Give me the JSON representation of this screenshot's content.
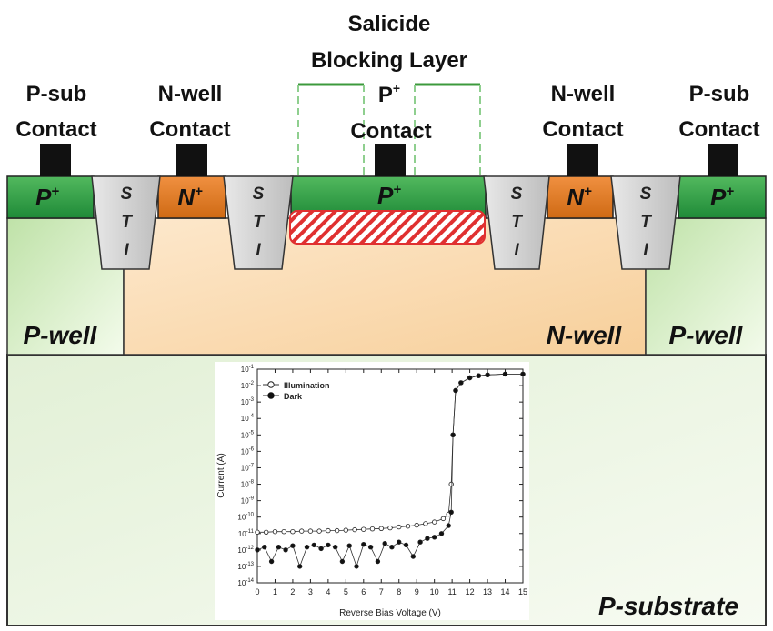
{
  "diagram": {
    "labels": {
      "psub_contact_left": [
        "P-sub",
        "Contact"
      ],
      "nwell_contact_left": [
        "N-well",
        "Contact"
      ],
      "salicide": [
        "Salicide",
        "Blocking Layer"
      ],
      "p_contact_center": [
        "P",
        "Contact"
      ],
      "nwell_contact_right": [
        "N-well",
        "Contact"
      ],
      "psub_contact_right": [
        "P-sub",
        "Contact"
      ]
    },
    "implants": {
      "p_plus": "P",
      "n_plus": "N",
      "superscript": "+"
    },
    "sti_letters": [
      "S",
      "T",
      "I"
    ],
    "regions": {
      "p_well_left": "P-well",
      "n_well": "N-well",
      "p_well_right": "P-well",
      "p_substrate": "P-substrate"
    },
    "colors": {
      "p_plus": "#2e9e45",
      "n_plus": "#e07a1f",
      "sti": "#d4d4d4",
      "n_well": "#fbd7a8",
      "p_well": "#dff1cf",
      "p_substrate": "#eef6e6",
      "contact": "#111111",
      "salicide_line": "#3c9a3c",
      "hatch": "#e03030"
    }
  },
  "chart_data": {
    "type": "scatter",
    "xlabel": "Reverse Bias Voltage (V)",
    "ylabel": "Current (A)",
    "xlim": [
      0,
      15
    ],
    "ylim_log10": [
      -14,
      -1
    ],
    "x_ticks": [
      "0",
      "1",
      "2",
      "3",
      "4",
      "5",
      "6",
      "7",
      "8",
      "9",
      "10",
      "11",
      "12",
      "13",
      "14",
      "15"
    ],
    "y_ticks": [
      {
        "base": "10",
        "exp": "-1"
      },
      {
        "base": "10",
        "exp": "-2"
      },
      {
        "base": "10",
        "exp": "-3"
      },
      {
        "base": "10",
        "exp": "-4"
      },
      {
        "base": "10",
        "exp": "-5"
      },
      {
        "base": "10",
        "exp": "-6"
      },
      {
        "base": "10",
        "exp": "-7"
      },
      {
        "base": "10",
        "exp": "-8"
      },
      {
        "base": "10",
        "exp": "-9"
      },
      {
        "base": "10",
        "exp": "-10"
      },
      {
        "base": "10",
        "exp": "-11"
      },
      {
        "base": "10",
        "exp": "-12"
      },
      {
        "base": "10",
        "exp": "-13"
      },
      {
        "base": "10",
        "exp": "-14"
      }
    ],
    "legend": "top-left",
    "series": [
      {
        "name": "Illumination",
        "marker": "open-circle",
        "x": [
          0,
          0.5,
          1,
          1.5,
          2,
          2.5,
          3,
          3.5,
          4,
          4.5,
          5,
          5.5,
          6,
          6.5,
          7,
          7.5,
          8,
          8.5,
          9,
          9.5,
          10,
          10.5,
          10.8,
          10.95,
          11.05,
          11.2,
          11.5,
          12,
          12.5,
          13,
          14,
          15
        ],
        "y": [
          1.2e-11,
          1.2e-11,
          1.3e-11,
          1.3e-11,
          1.3e-11,
          1.4e-11,
          1.4e-11,
          1.4e-11,
          1.5e-11,
          1.5e-11,
          1.6e-11,
          1.7e-11,
          1.8e-11,
          1.9e-11,
          2e-11,
          2.2e-11,
          2.5e-11,
          2.8e-11,
          3.2e-11,
          4e-11,
          5e-11,
          8e-11,
          1.5e-10,
          1e-08,
          1e-05,
          0.005,
          0.015,
          0.03,
          0.04,
          0.045,
          0.05,
          0.05
        ]
      },
      {
        "name": "Dark",
        "marker": "filled-circle",
        "x": [
          0,
          0.4,
          0.8,
          1.2,
          1.6,
          2,
          2.4,
          2.8,
          3.2,
          3.6,
          4,
          4.4,
          4.8,
          5.2,
          5.6,
          6,
          6.4,
          6.8,
          7.2,
          7.6,
          8,
          8.4,
          8.8,
          9.2,
          9.6,
          10,
          10.4,
          10.8,
          10.95,
          11.05,
          11.2,
          11.5,
          12,
          12.5,
          13,
          14,
          15
        ],
        "y": [
          1e-12,
          1.5e-12,
          2e-13,
          1.5e-12,
          1e-12,
          1.8e-12,
          1e-13,
          1.5e-12,
          2e-12,
          1.2e-12,
          2e-12,
          1.5e-12,
          2e-13,
          1.8e-12,
          1e-13,
          2.2e-12,
          1.5e-12,
          2e-13,
          2.5e-12,
          1.5e-12,
          3e-12,
          2e-12,
          4e-13,
          3e-12,
          5e-12,
          6e-12,
          1e-11,
          3e-11,
          2e-10,
          1e-05,
          0.005,
          0.015,
          0.03,
          0.04,
          0.045,
          0.05,
          0.05
        ]
      }
    ]
  }
}
